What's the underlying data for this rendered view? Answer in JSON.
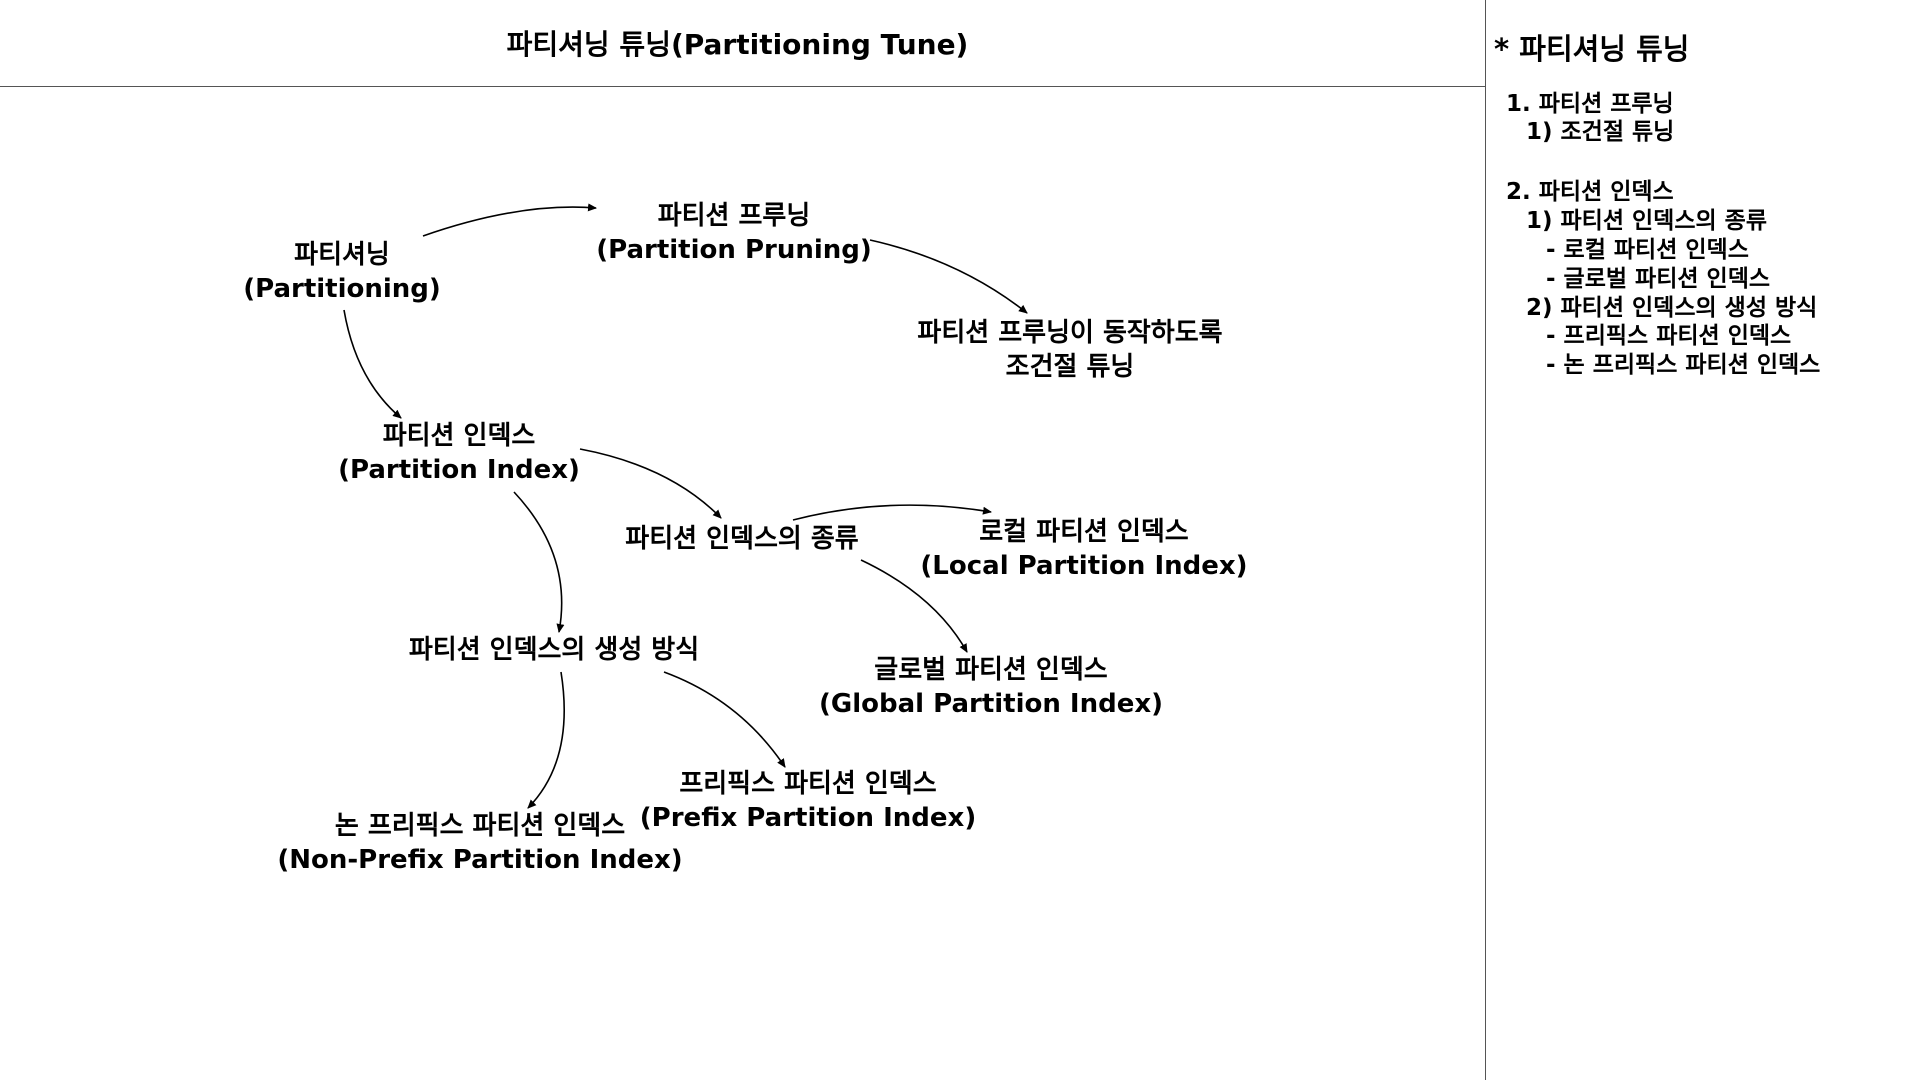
{
  "header": {
    "title": "파티셔닝 튜닝(Partitioning Tune)"
  },
  "diagram": {
    "nodes": {
      "partitioning": {
        "ko": "파티셔닝",
        "en": "(Partitioning)"
      },
      "pruning": {
        "ko": "파티션 프루닝",
        "en": "(Partition Pruning)"
      },
      "pruning_tune": {
        "line1": "파티션 프루닝이 동작하도록",
        "line2": "조건절 튜닝"
      },
      "partition_index": {
        "ko": "파티션 인덱스",
        "en": "(Partition Index)"
      },
      "index_types": {
        "ko": "파티션 인덱스의 종류"
      },
      "local_index": {
        "ko": "로컬 파티션 인덱스",
        "en": "(Local Partition Index)"
      },
      "global_index": {
        "ko": "글로벌 파티션 인덱스",
        "en": "(Global Partition Index)"
      },
      "creation_method": {
        "ko": "파티션 인덱스의 생성 방식"
      },
      "prefix_index": {
        "ko": "프리픽스 파티션 인덱스",
        "en": "(Prefix Partition Index)"
      },
      "nonprefix_index": {
        "ko": "논 프리픽스 파티션 인덱스",
        "en": "(Non-Prefix Partition Index)"
      }
    }
  },
  "sidebar": {
    "title": "* 파티셔닝 튜닝",
    "lines": [
      "1.  파티션 프루닝",
      "1) 조건절 튜닝",
      "2. 파티션 인덱스",
      "1) 파티션 인덱스의 종류",
      "-   로컬 파티션 인덱스",
      "-   글로벌 파티션 인덱스",
      "2) 파티션 인덱스의 생성 방식",
      "-   프리픽스 파티션 인덱스",
      "-   논 프리픽스 파티션 인덱스"
    ]
  }
}
